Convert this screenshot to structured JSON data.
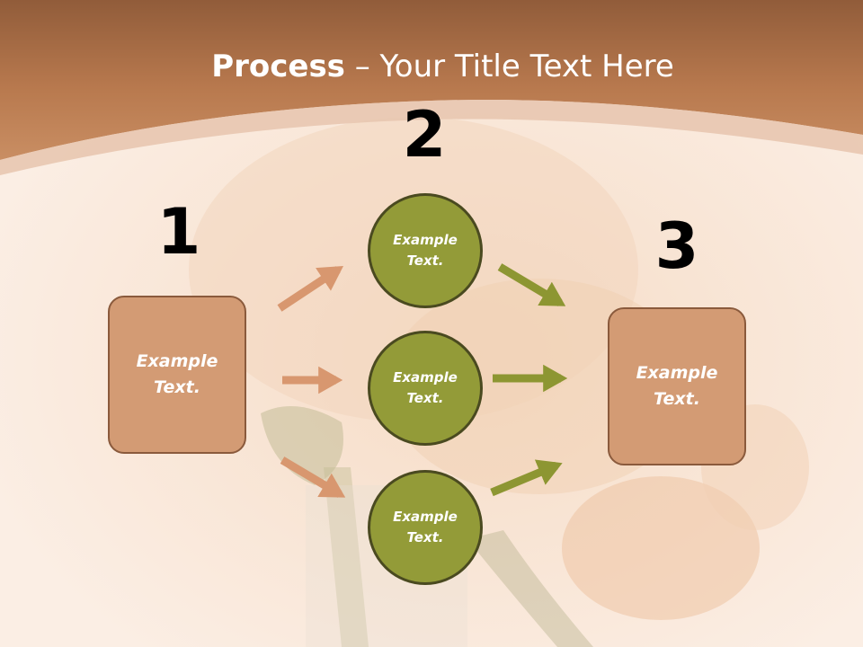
{
  "title": {
    "bold": "Process",
    "rest": " – Your Title Text Here"
  },
  "steps": [
    {
      "number": "1",
      "boxes": [
        "Example Text."
      ]
    },
    {
      "number": "2",
      "boxes": [
        "Example Text.",
        "Example Text.",
        "Example Text."
      ]
    },
    {
      "number": "3",
      "boxes": [
        "Example Text."
      ]
    }
  ],
  "colors": {
    "header": "#b97a50",
    "box_fill": "#d39b74",
    "circle_fill": "#939b38",
    "arrow_left": "#d8976f",
    "arrow_right": "#8d9632"
  }
}
